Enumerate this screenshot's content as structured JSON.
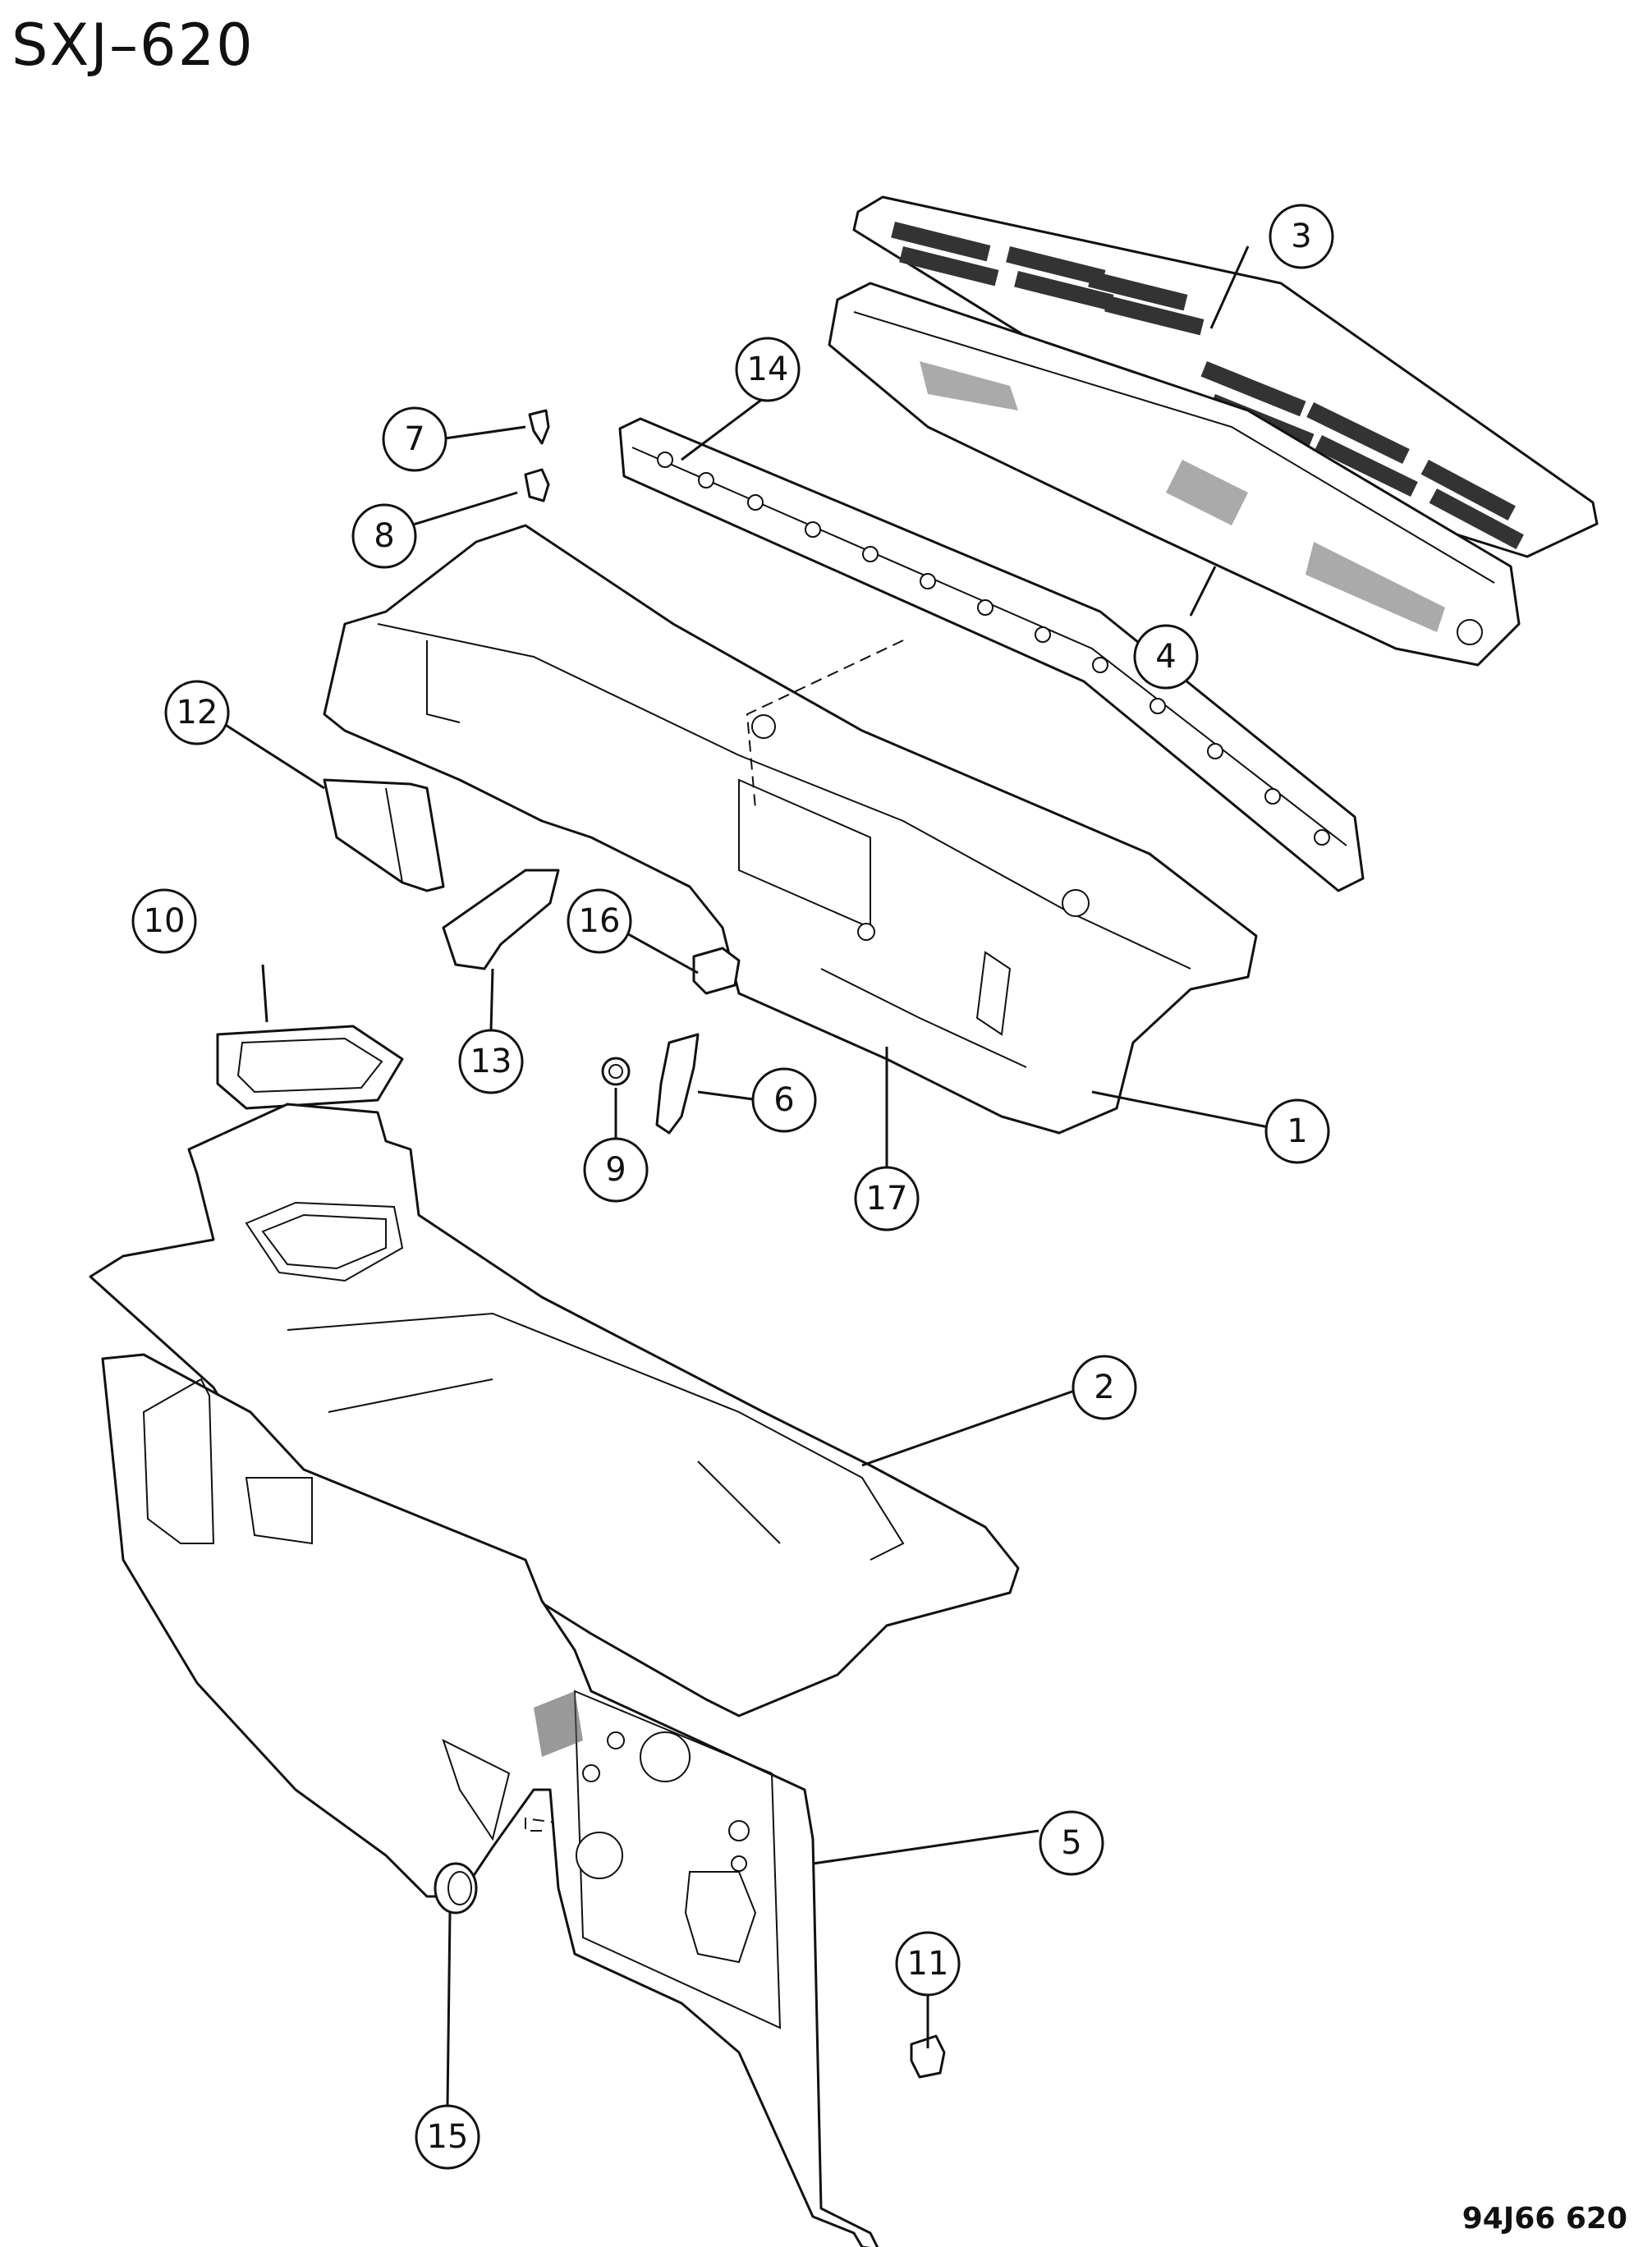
{
  "page_code": "SXJ–620",
  "figure_code": "94J66  620",
  "callouts": [
    "1",
    "2",
    "3",
    "4",
    "5",
    "6",
    "7",
    "8",
    "9",
    "10",
    "11",
    "12",
    "13",
    "14",
    "15",
    "16",
    "17"
  ],
  "parts": [
    "cowl-top-panel",
    "dash-panel-upper",
    "cowl-grille",
    "cowl-grille-screen",
    "dash-panel-lower",
    "bracket",
    "push-pin",
    "clip-nut",
    "grommet-small",
    "seal",
    "bolt",
    "side-bracket",
    "support-bracket",
    "cowl-reinforcement",
    "grommet-large",
    "plug",
    "weatherstrip"
  ]
}
